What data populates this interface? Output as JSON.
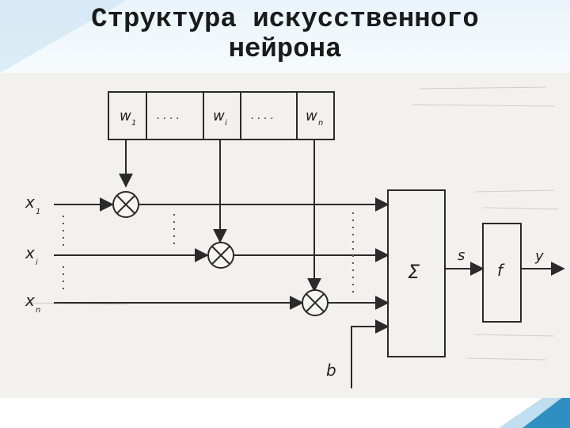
{
  "slide": {
    "title": "Структура искусственного\nнейрона"
  },
  "diagram": {
    "weights": [
      "w",
      "1",
      ". . . .",
      "w",
      "i",
      ". . . .",
      "w",
      "n"
    ],
    "inputs": [
      {
        "base": "x",
        "sub": "1"
      },
      {
        "base": "x",
        "sub": "i"
      },
      {
        "base": "x",
        "sub": "n"
      }
    ],
    "sum_symbol": "Σ",
    "sum_output": "s",
    "activation": "f",
    "output": "y",
    "bias": "b"
  },
  "colors": {
    "slide_background": "#e9f4fa",
    "accent": "#2f8fc2",
    "scan_background": "#f2f1ee",
    "line": "#2a2a2a"
  }
}
